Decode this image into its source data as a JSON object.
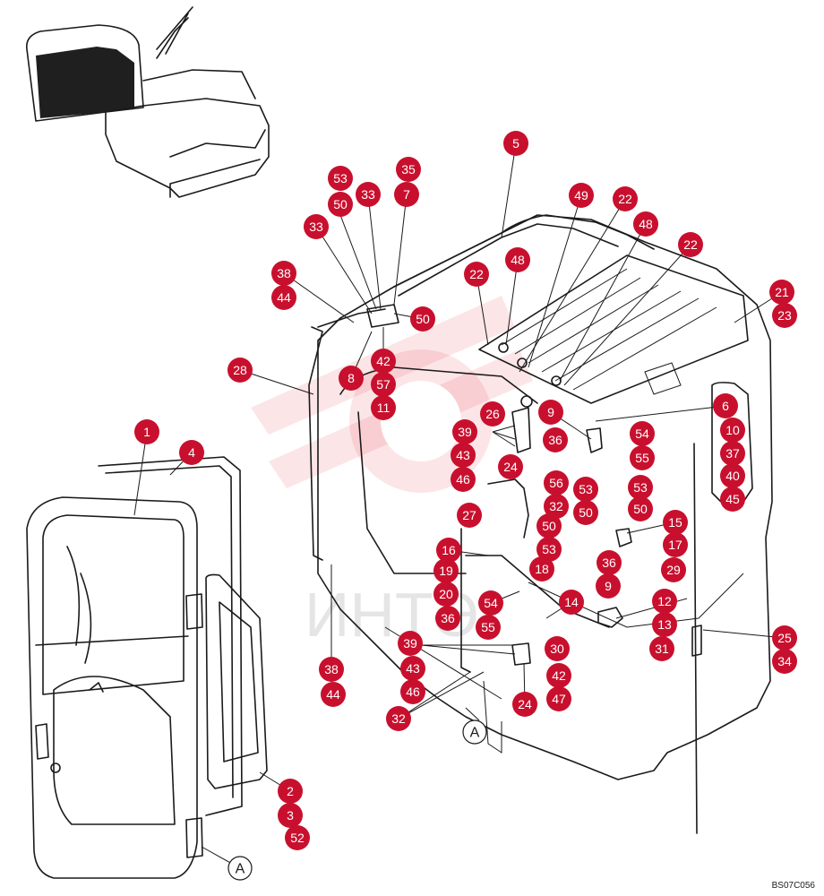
{
  "figure_code": "BS07C056",
  "view_labels": [
    "A",
    "A"
  ],
  "watermark_text": "ИНТЭ",
  "callouts": [
    {
      "label": "1"
    },
    {
      "label": "4"
    },
    {
      "label": "2"
    },
    {
      "label": "3"
    },
    {
      "label": "52"
    },
    {
      "label": "5"
    },
    {
      "label": "53"
    },
    {
      "label": "35"
    },
    {
      "label": "50"
    },
    {
      "label": "33"
    },
    {
      "label": "7"
    },
    {
      "label": "33"
    },
    {
      "label": "38"
    },
    {
      "label": "44"
    },
    {
      "label": "50"
    },
    {
      "label": "42"
    },
    {
      "label": "8"
    },
    {
      "label": "57"
    },
    {
      "label": "11"
    },
    {
      "label": "28"
    },
    {
      "label": "49"
    },
    {
      "label": "22"
    },
    {
      "label": "48"
    },
    {
      "label": "22"
    },
    {
      "label": "48"
    },
    {
      "label": "22"
    },
    {
      "label": "21"
    },
    {
      "label": "23"
    },
    {
      "label": "26"
    },
    {
      "label": "9"
    },
    {
      "label": "6"
    },
    {
      "label": "39"
    },
    {
      "label": "36"
    },
    {
      "label": "54"
    },
    {
      "label": "10"
    },
    {
      "label": "43"
    },
    {
      "label": "55"
    },
    {
      "label": "37"
    },
    {
      "label": "24"
    },
    {
      "label": "46"
    },
    {
      "label": "56"
    },
    {
      "label": "53"
    },
    {
      "label": "53"
    },
    {
      "label": "40"
    },
    {
      "label": "32"
    },
    {
      "label": "50"
    },
    {
      "label": "45"
    },
    {
      "label": "27"
    },
    {
      "label": "50"
    },
    {
      "label": "50"
    },
    {
      "label": "15"
    },
    {
      "label": "53"
    },
    {
      "label": "17"
    },
    {
      "label": "16"
    },
    {
      "label": "18"
    },
    {
      "label": "36"
    },
    {
      "label": "29"
    },
    {
      "label": "19"
    },
    {
      "label": "9"
    },
    {
      "label": "20"
    },
    {
      "label": "54"
    },
    {
      "label": "14"
    },
    {
      "label": "12"
    },
    {
      "label": "36"
    },
    {
      "label": "13"
    },
    {
      "label": "55"
    },
    {
      "label": "25"
    },
    {
      "label": "39"
    },
    {
      "label": "30"
    },
    {
      "label": "31"
    },
    {
      "label": "34"
    },
    {
      "label": "38"
    },
    {
      "label": "43"
    },
    {
      "label": "42"
    },
    {
      "label": "44"
    },
    {
      "label": "46"
    },
    {
      "label": "24"
    },
    {
      "label": "47"
    },
    {
      "label": "32"
    }
  ]
}
